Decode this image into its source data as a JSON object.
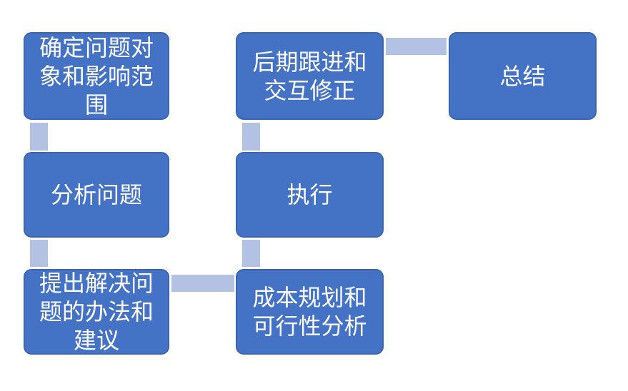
{
  "diagram": {
    "type": "process-flow-smartart",
    "background": "#FFFFFF",
    "colors": {
      "node_fill": "#4472C4",
      "node_border": "#3A64B4",
      "connector_fill": "#B3C1E3",
      "text": "#FFFFFF"
    },
    "nodes": [
      {
        "id": "step1",
        "label": "确定问题对象和影响范围"
      },
      {
        "id": "step2",
        "label": "分析问题"
      },
      {
        "id": "step3",
        "label": "提出解决问题的办法和建议"
      },
      {
        "id": "step4",
        "label": "成本规划和可行性分析"
      },
      {
        "id": "step5",
        "label": "执行"
      },
      {
        "id": "step6",
        "label": "后期跟进和交互修正"
      },
      {
        "id": "step7",
        "label": "总结"
      }
    ],
    "edges": [
      {
        "from": "step1",
        "to": "step2",
        "direction": "down"
      },
      {
        "from": "step2",
        "to": "step3",
        "direction": "down"
      },
      {
        "from": "step3",
        "to": "step4",
        "direction": "right"
      },
      {
        "from": "step4",
        "to": "step5",
        "direction": "up"
      },
      {
        "from": "step5",
        "to": "step6",
        "direction": "up"
      },
      {
        "from": "step6",
        "to": "step7",
        "direction": "right"
      }
    ]
  }
}
